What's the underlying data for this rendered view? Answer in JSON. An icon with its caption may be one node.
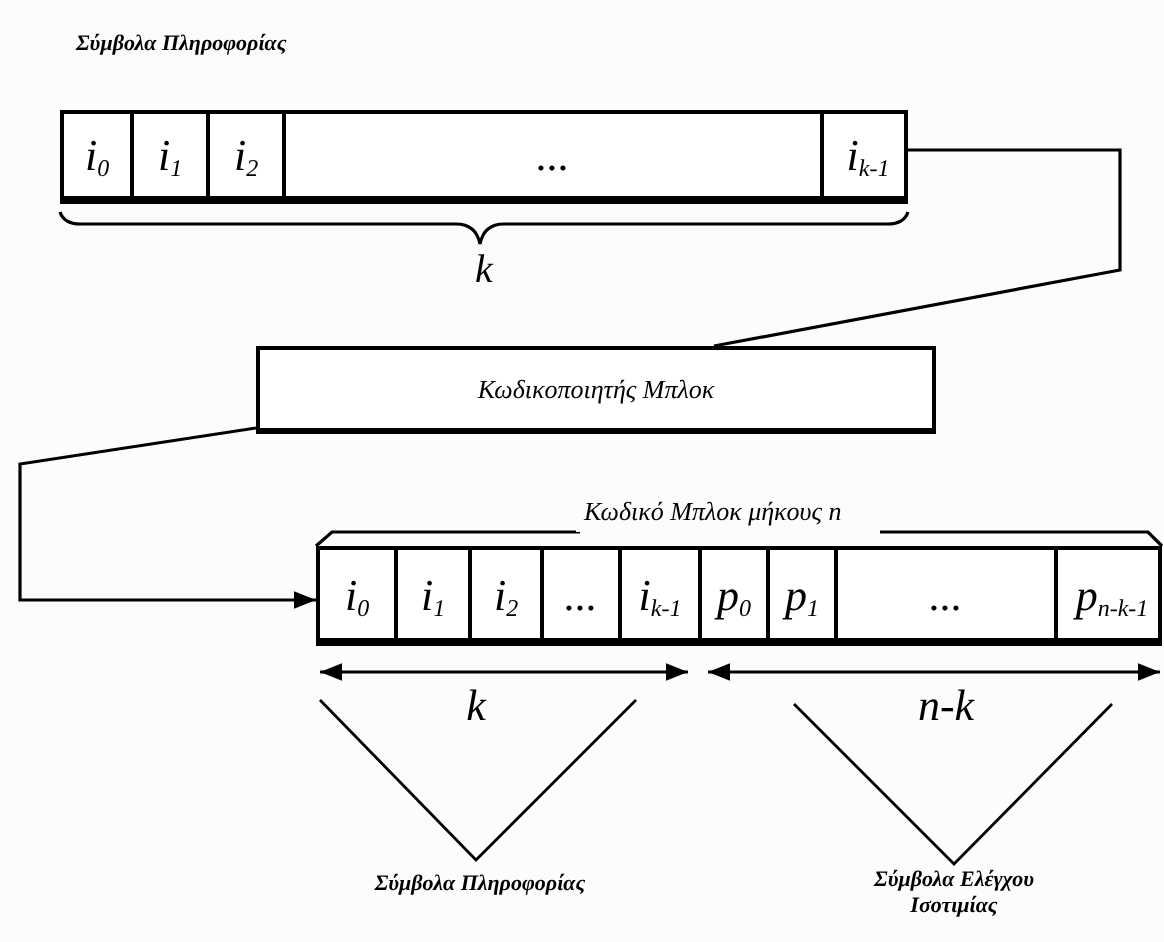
{
  "diagram": {
    "nodes": [
      {
        "text": [],
        "shape": "box"
      },
      {
        "text": [
          "i$_{0}$"
        ],
        "in": 0
      },
      {
        "text": [
          "i$_{1}$"
        ],
        "in": 0
      },
      {
        "text": [
          "i$_{2}$"
        ],
        "in": 0
      },
      {
        "text": [
          "..."
        ],
        "in": 0
      },
      {
        "text": [
          "i$_{k-1}$"
        ],
        "in": 0
      },
      {
        "text": [
          "Κωδικοποιητής Μπλοκ"
        ]
      },
      {
        "text": [
          "Κωδικό Μπλοκ μήκους n"
        ]
      },
      {
        "text": [
          "i$_{0}$"
        ],
        "in": 7
      },
      {
        "text": [
          "i$_{1}$"
        ],
        "in": 7
      },
      {
        "text": [
          "i$_{2}$"
        ],
        "in": 7
      },
      {
        "text": [
          "..."
        ],
        "in": 7
      },
      {
        "text": [
          "i$_{k-1}$"
        ],
        "in": 7
      },
      {
        "text": [
          "p$_{0}$"
        ],
        "in": 7
      },
      {
        "text": [
          "p$_{1}$"
        ],
        "in": 7
      },
      {
        "text": [
          "..."
        ],
        "in": 7
      },
      {
        "text": [
          "p$_{n-k-1}$"
        ],
        "in": 7
      }
    ],
    "edges": [
      {
        "from": 0,
        "to": 6,
        "arrow": "none"
      },
      {
        "from": 6,
        "to": 7,
        "arrow": "to"
      }
    ],
    "labels": [
      "Σύμβολα Πληροφορίας",
      "k",
      "k",
      "n-k",
      "Σύμβολα Πληροφορίας",
      "Σύμβολα Ελέγχου Ισοτιμίας"
    ]
  }
}
